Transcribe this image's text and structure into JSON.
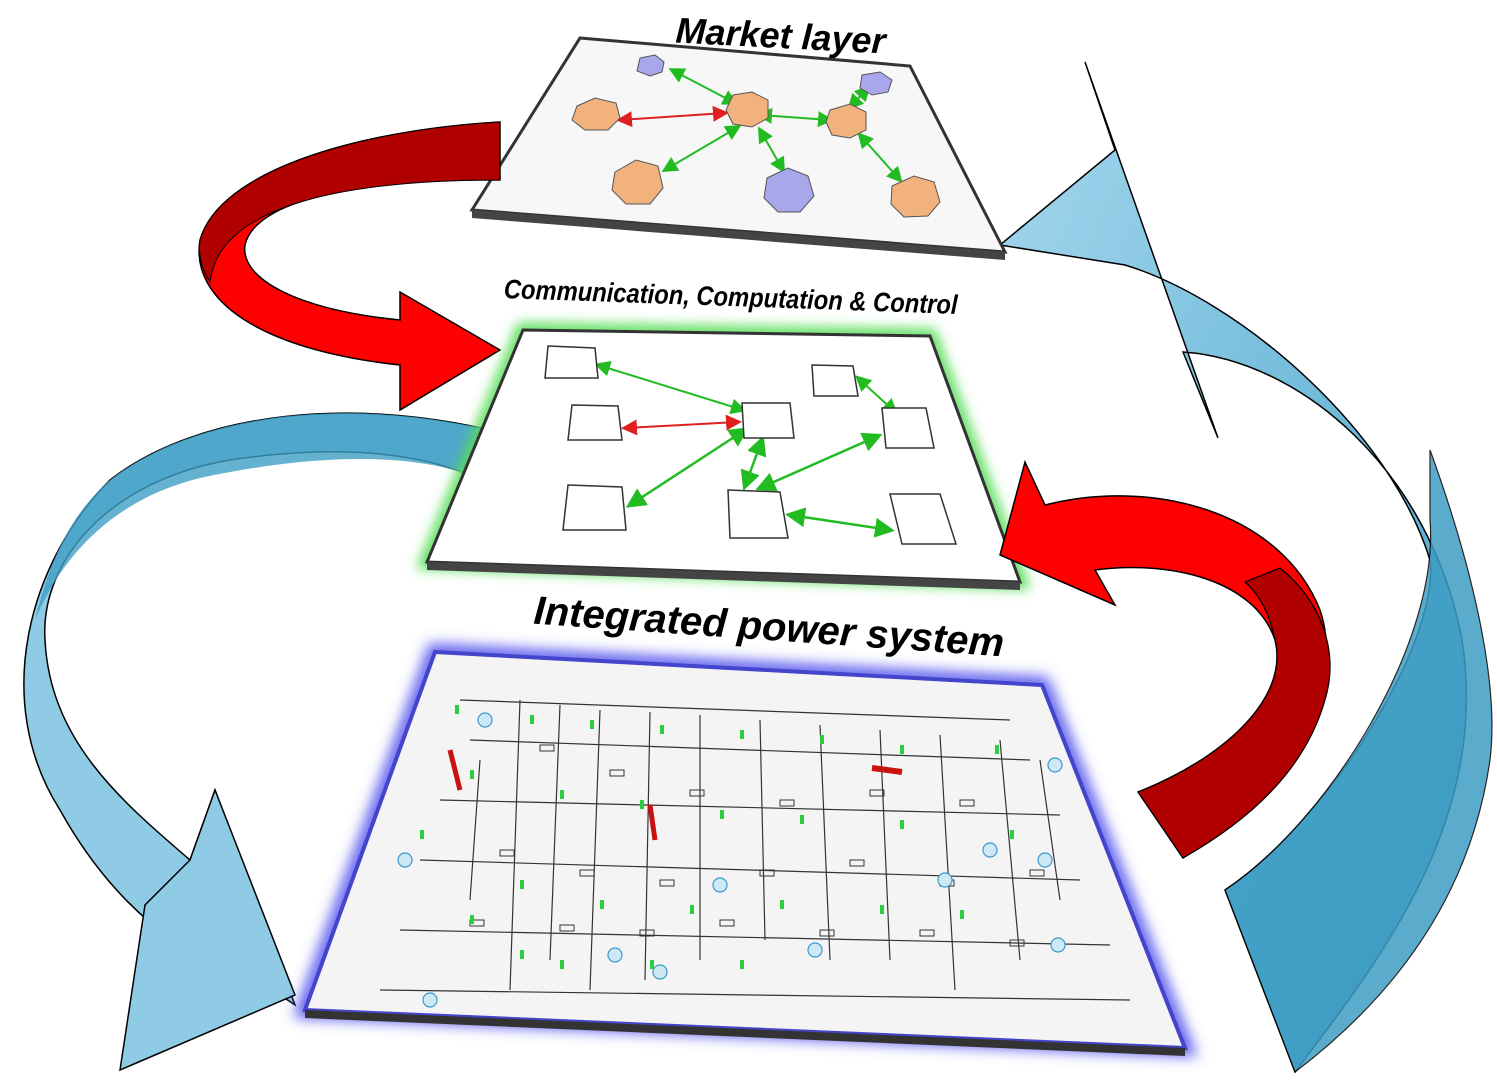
{
  "layers": {
    "market": {
      "title": "Market layer"
    },
    "ccc": {
      "title": "Communication, Computation & Control"
    },
    "power": {
      "title": "Integrated power system"
    }
  },
  "colors": {
    "red_arrow": "#e00000",
    "red_arrow_dark": "#b00000",
    "blue_arrow": "#8fcbe4",
    "blue_arrow_dark": "#3e9dc4",
    "green_link": "#22bb22",
    "red_link": "#e02020",
    "agent_orange": "#f2b27e",
    "agent_purple": "#a9a7ec",
    "ccc_glow": "#55dd55",
    "power_glow": "#5555ee"
  }
}
